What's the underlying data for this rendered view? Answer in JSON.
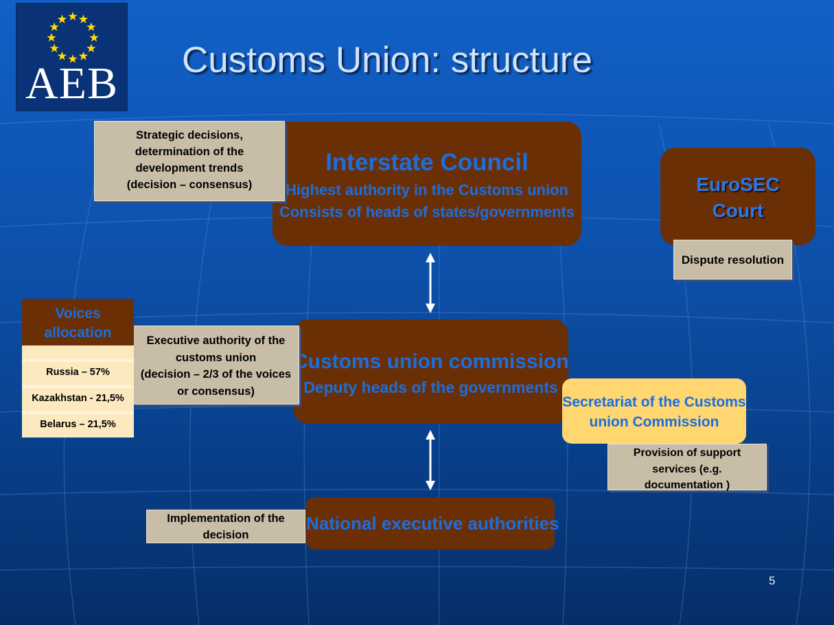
{
  "slide": {
    "title": "Customs Union: structure",
    "page_number": "5"
  },
  "logo": {
    "text": "AEB",
    "star_count": 12
  },
  "interstate_council": {
    "title": "Interstate Council",
    "line1": "Highest authority in the Customs union",
    "line2": "Consists of heads of states/governments"
  },
  "notes": {
    "strategic": [
      "Strategic decisions,",
      "determination of the",
      "development trends",
      "(decision – consensus)"
    ],
    "executive": [
      "Executive authority of the",
      "customs union",
      "(decision – 2/3 of the voices",
      "or consensus)"
    ],
    "dispute": "Dispute resolution",
    "support": [
      "Provision of support",
      "services (e.g.",
      "documentation )"
    ],
    "implementation": [
      "Implementation of the",
      "decision"
    ]
  },
  "court": {
    "line1": "EuroSEC",
    "line2": "Court"
  },
  "commission": {
    "title": "Customs union commission",
    "subtitle": "Deputy heads of the governments"
  },
  "voices": {
    "header": [
      "Voices",
      "allocation"
    ],
    "rows": [
      "Russia – 57%",
      "Kazakhstan - 21,5%",
      "Belarus – 21,5%"
    ]
  },
  "secretariat": {
    "line1": "Secretariat of the Customs",
    "line2": "union Commission"
  },
  "national": {
    "text": "National executive authorities"
  },
  "colors": {
    "background": "#0c4fa8",
    "box_brown": "#6b2f06",
    "box_text_blue": "#1a6ee0",
    "note_gray": "#c8bea8",
    "secretariat_yellow": "#ffd670",
    "voices_cream": "#fde9c0",
    "star_yellow": "#ffdd00"
  }
}
